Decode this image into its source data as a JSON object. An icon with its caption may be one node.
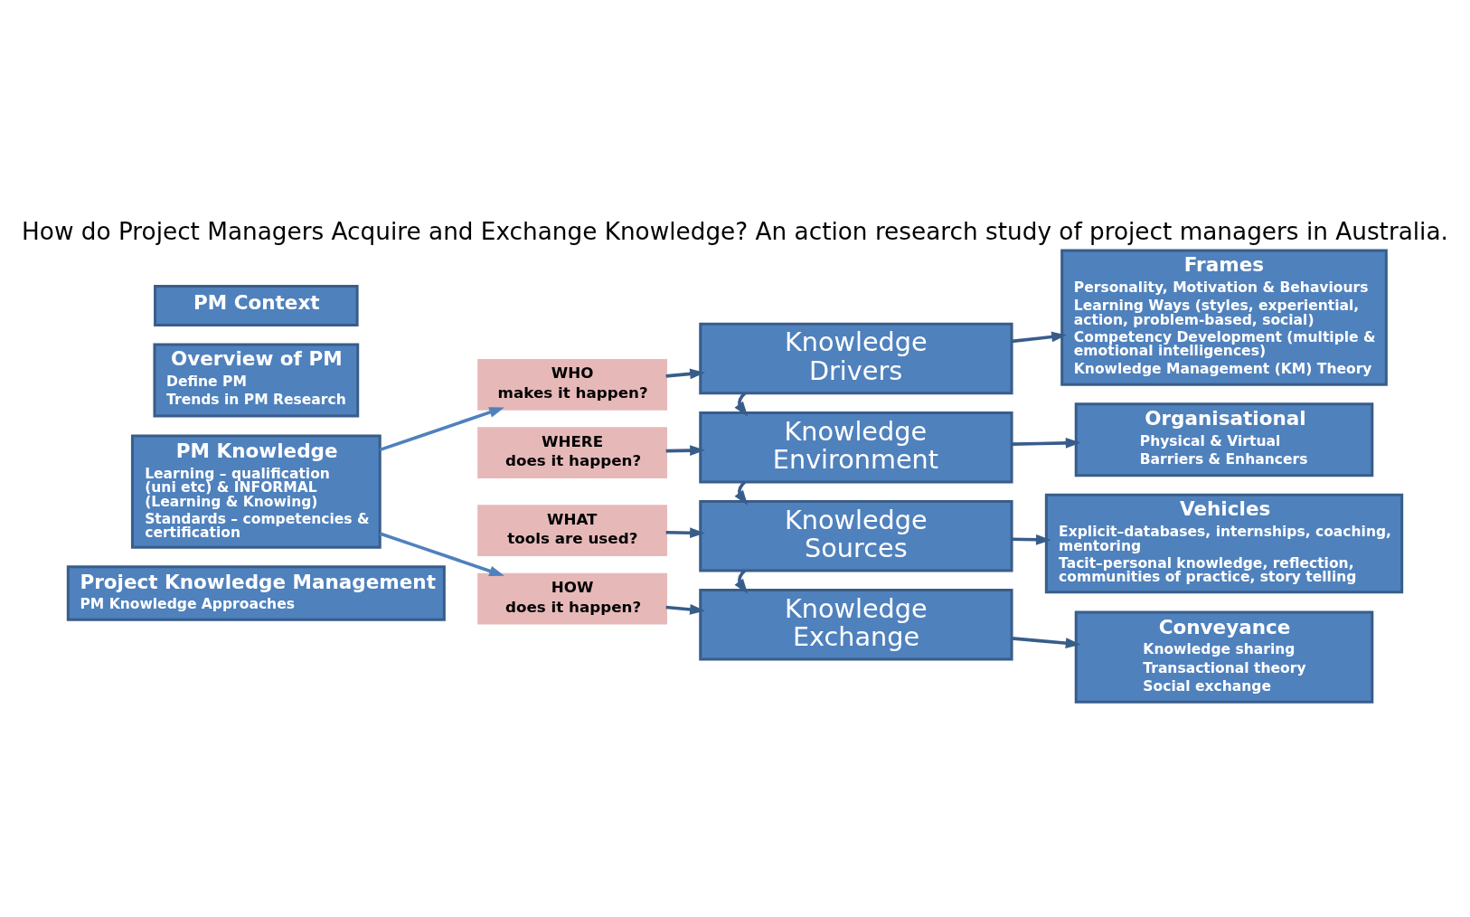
{
  "diagram": {
    "title": "How do Project Managers Acquire and Exchange Knowledge? An action research study of project managers in Australia.",
    "nodes": [
      {
        "text": [
          "PM Context"
        ]
      },
      {
        "text": [
          "Overview of PM",
          "Define PM",
          "Trends in PM Research"
        ]
      },
      {
        "text": [
          "PM Knowledge",
          "Learning – qualification (uni etc) & INFORMAL (Learning & Knowing)",
          "Standards – competencies & certification"
        ]
      },
      {
        "text": [
          "Project Knowledge Management",
          "PM Knowledge Approaches"
        ]
      },
      {
        "text": [
          "WHO",
          "makes it happen?"
        ]
      },
      {
        "text": [
          "Knowledge Drivers"
        ]
      },
      {
        "text": [
          "Frames",
          "Personality, Motivation & Behaviours",
          "Learning Ways (styles, experiential, action, problem-based, social)",
          "Competency Development (multiple & emotional intelligences)",
          "Knowledge Management (KM) Theory"
        ]
      },
      {
        "text": [
          "WHERE",
          "does it happen?"
        ]
      },
      {
        "text": [
          "Knowledge Environment"
        ]
      },
      {
        "text": [
          "Organisational",
          "Physical & Virtual",
          "Barriers & Enhancers"
        ]
      },
      {
        "text": [
          "WHAT",
          "tools are used?"
        ]
      },
      {
        "text": [
          "Knowledge Sources"
        ]
      },
      {
        "text": [
          "Vehicles",
          "Explicit–databases, internships, coaching, mentoring",
          "Tacit–personal knowledge, reflection, communities of practice, story telling"
        ]
      },
      {
        "text": [
          "HOW",
          "does it happen?"
        ]
      },
      {
        "text": [
          "Knowledge Exchange"
        ]
      },
      {
        "text": [
          "Conveyance",
          "Knowledge sharing",
          "Transactional theory",
          "Social exchange"
        ]
      }
    ],
    "edges": [
      {
        "from": 2,
        "to": 4,
        "arrow": "to",
        "color": "#4f81bd"
      },
      {
        "from": 2,
        "to": 13,
        "arrow": "to",
        "color": "#4f81bd"
      },
      {
        "from": 4,
        "to": 5,
        "arrow": "to"
      },
      {
        "from": 5,
        "to": 6,
        "arrow": "to"
      },
      {
        "from": 5,
        "to": 8,
        "arrow": "to"
      },
      {
        "from": 7,
        "to": 8,
        "arrow": "to"
      },
      {
        "from": 8,
        "to": 9,
        "arrow": "to"
      },
      {
        "from": 8,
        "to": 11,
        "arrow": "to"
      },
      {
        "from": 10,
        "to": 11,
        "arrow": "to"
      },
      {
        "from": 11,
        "to": 12,
        "arrow": "to"
      },
      {
        "from": 11,
        "to": 14,
        "arrow": "to"
      },
      {
        "from": 13,
        "to": 14,
        "arrow": "to"
      },
      {
        "from": 14,
        "to": 15,
        "arrow": "to"
      }
    ]
  }
}
